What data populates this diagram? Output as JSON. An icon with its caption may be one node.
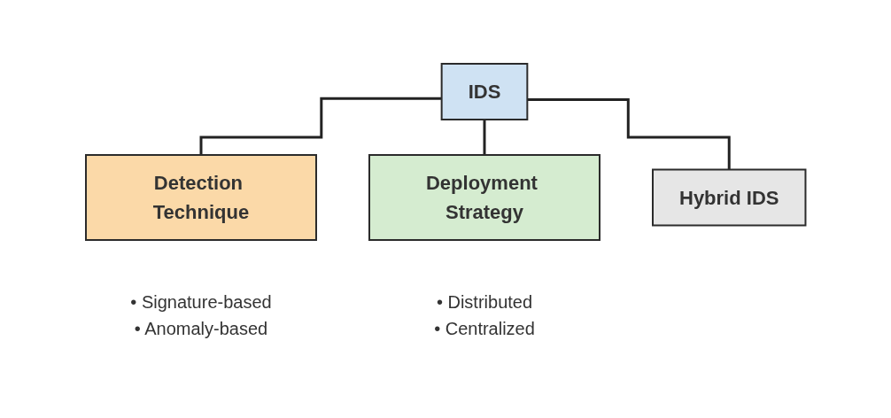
{
  "diagram": {
    "nodes": [
      {
        "text": [
          "IDS"
        ]
      },
      {
        "text": [
          "Detection Technique"
        ],
        "beside": [
          "• Signature-based",
          "• Anomaly-based"
        ]
      },
      {
        "text": [
          "Deployment Strategy"
        ],
        "beside": [
          "• Distributed",
          "• Centralized"
        ]
      },
      {
        "text": [
          "Hybrid IDS"
        ]
      }
    ],
    "edges": [
      {
        "from": 0,
        "to": 1,
        "arrow": "none"
      },
      {
        "from": 0,
        "to": 3,
        "arrow": "none"
      },
      {
        "from": 0,
        "to": 2,
        "arrow": "none"
      }
    ]
  }
}
